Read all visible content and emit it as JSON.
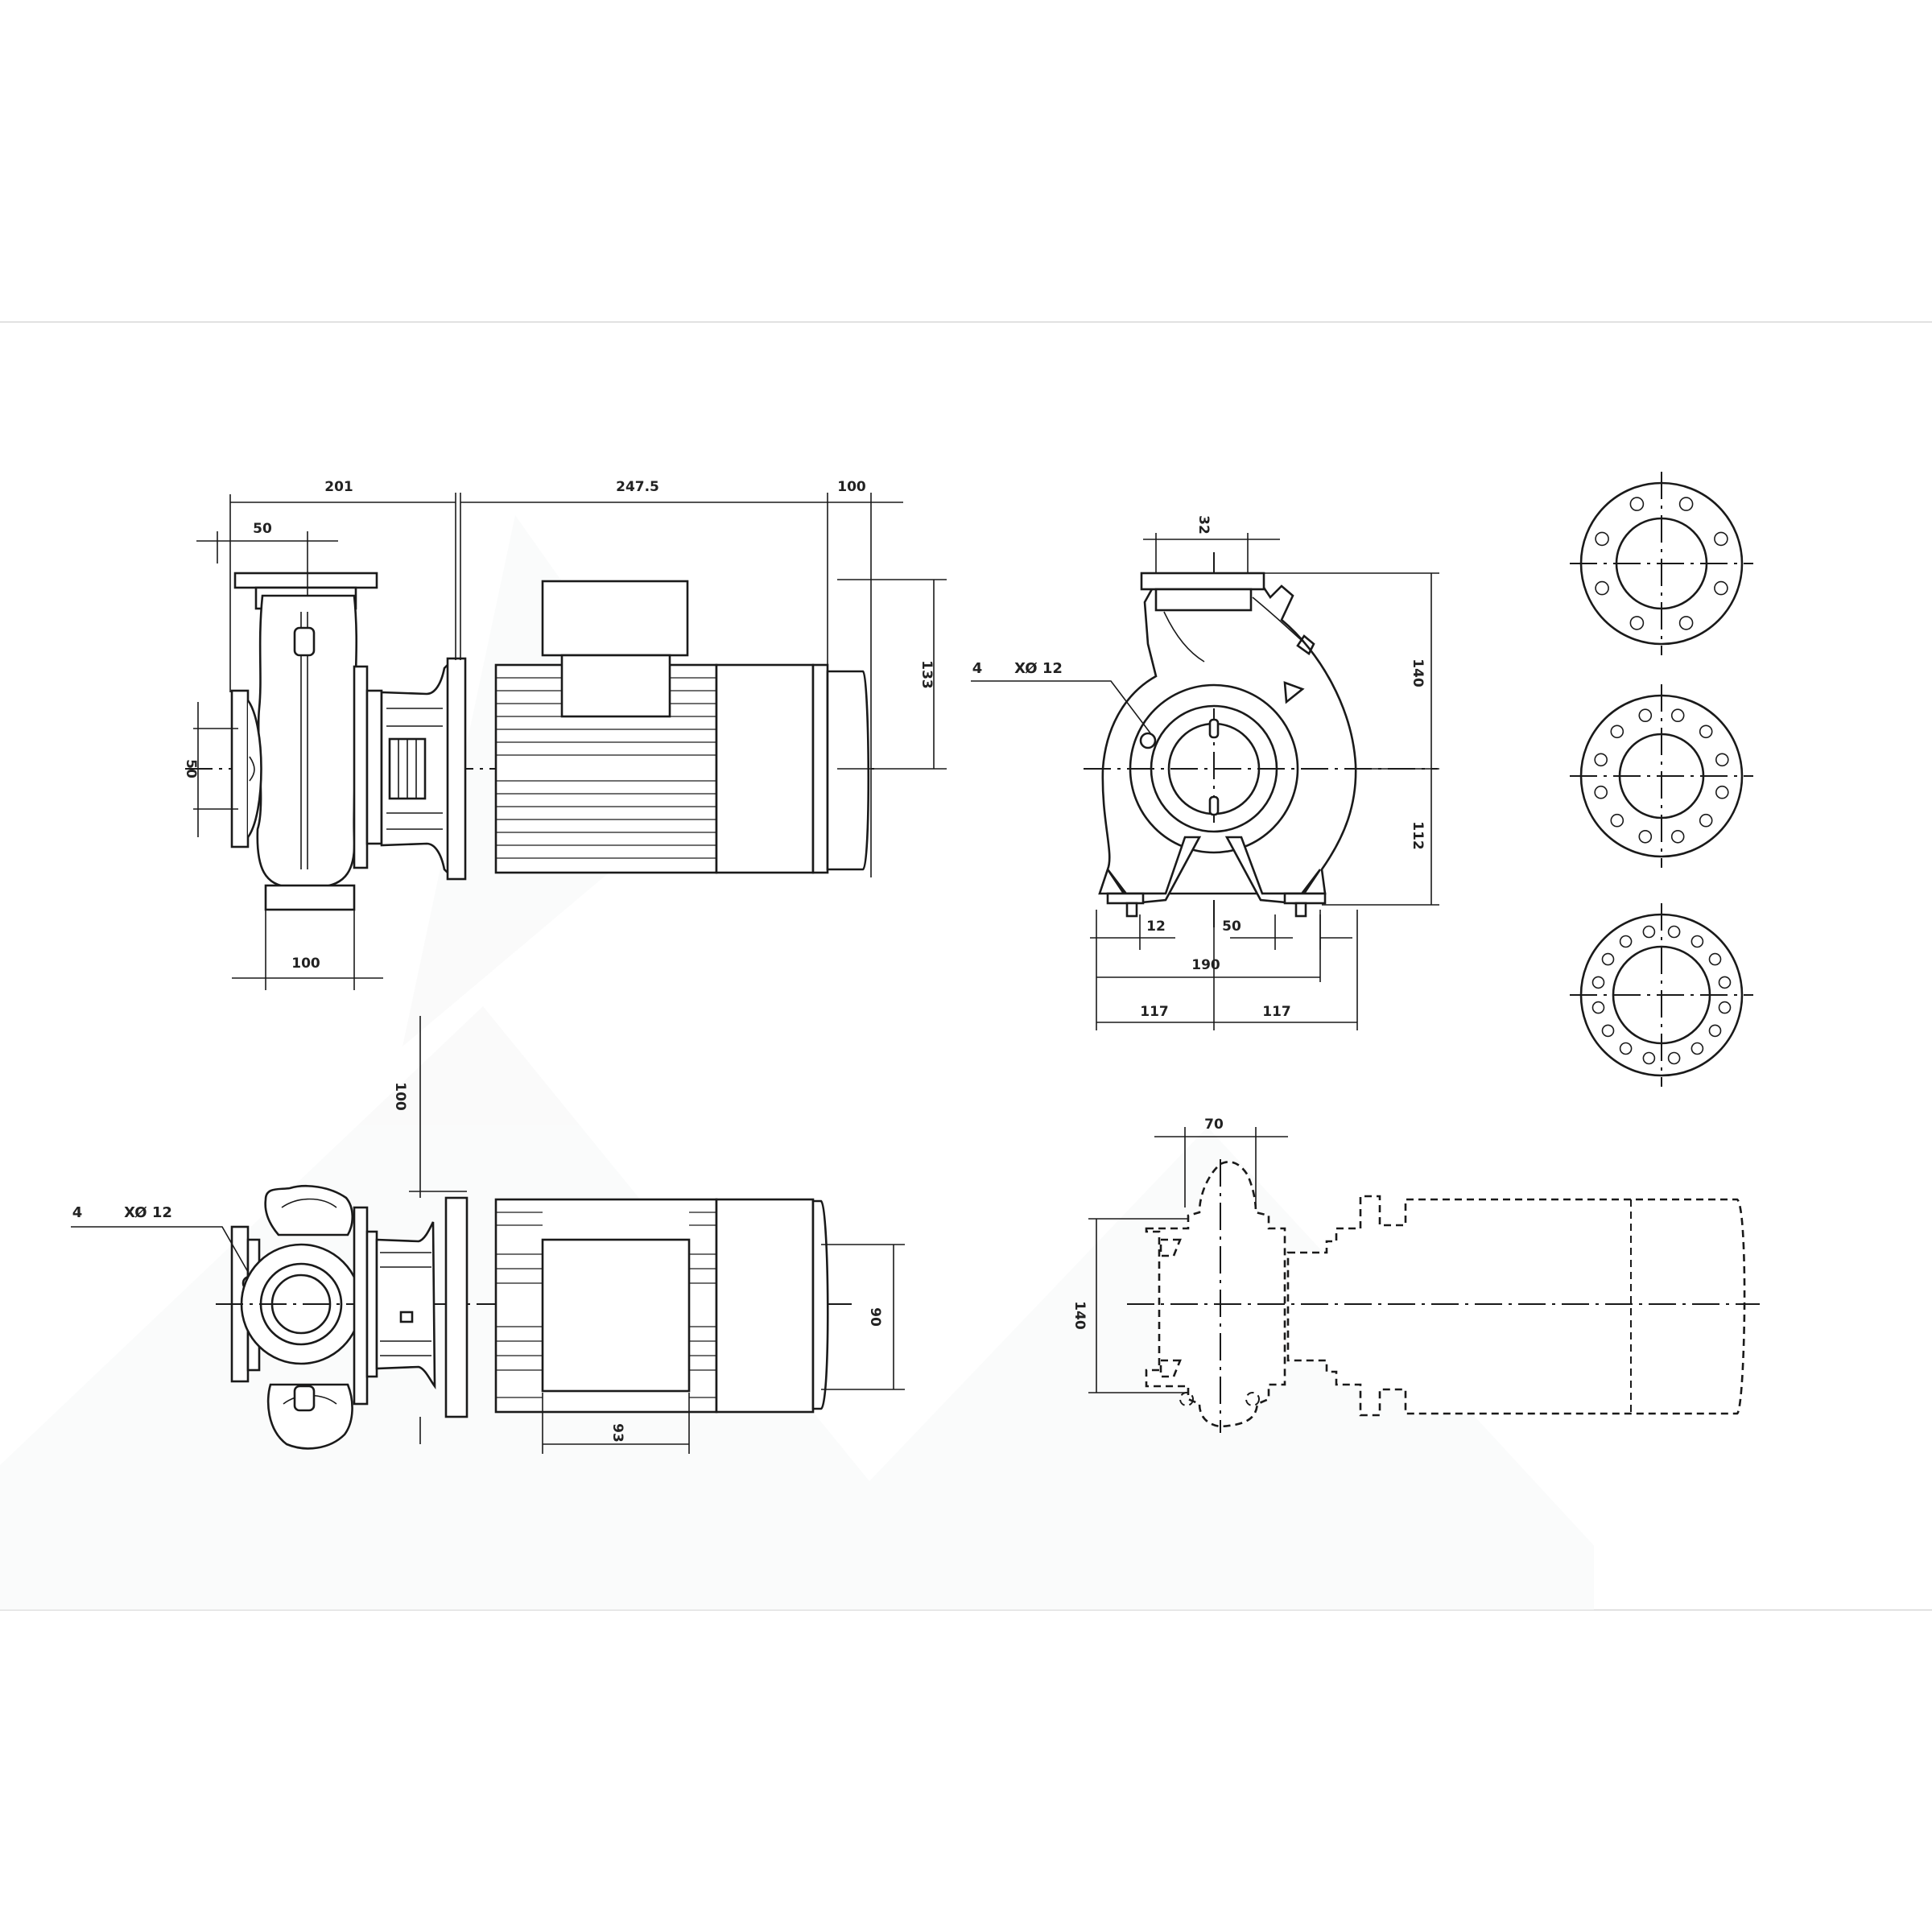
{
  "drawing": {
    "side_view": {
      "dims": [
        "201",
        "50",
        "247.5",
        "100",
        "50",
        "133",
        "100"
      ]
    },
    "front_view": {
      "dims": [
        "32",
        "140",
        "112",
        "12",
        "50",
        "190",
        "117",
        "117"
      ],
      "hole_note": {
        "count": "4",
        "spec": "XØ 12"
      }
    },
    "top_view": {
      "dims": [
        "100",
        "90",
        "93"
      ],
      "hole_note": {
        "count": "4",
        "spec": "XØ 12"
      }
    },
    "alt_view": {
      "dims": [
        "70",
        "140"
      ]
    },
    "flange_patterns": {
      "hole_counts": [
        8,
        12,
        16
      ]
    }
  }
}
